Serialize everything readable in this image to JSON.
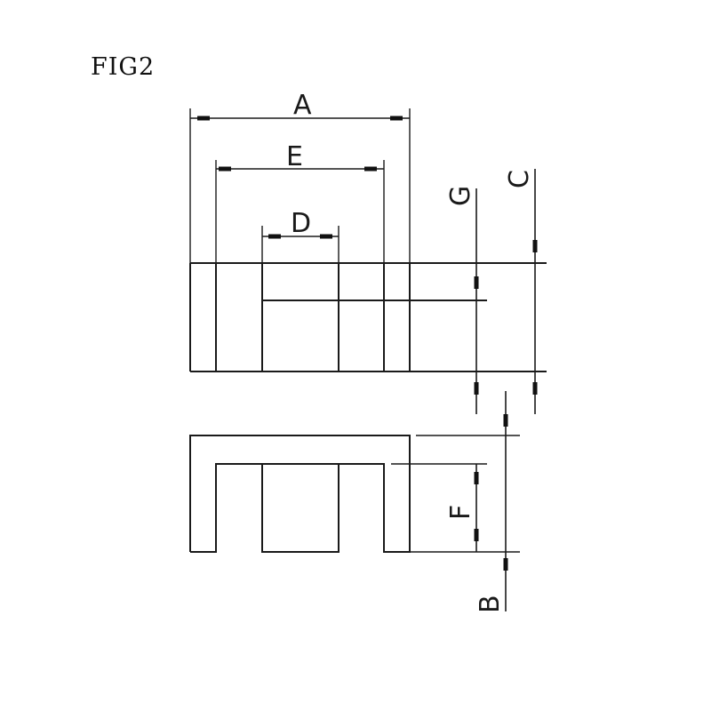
{
  "figure": {
    "title": "FIG2"
  },
  "labels": {
    "a": "A",
    "e": "E",
    "d": "D",
    "g": "G",
    "c": "C",
    "f": "F",
    "b": "B"
  }
}
